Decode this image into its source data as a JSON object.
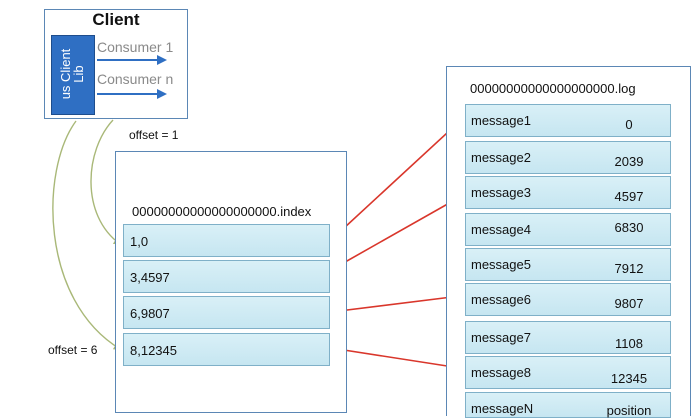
{
  "client": {
    "title": "Client",
    "lib_label": "us Client Lib",
    "consumers": [
      "Consumer 1",
      "Consumer n"
    ]
  },
  "offset_labels": [
    "offset = 1",
    "offset = 6"
  ],
  "index_file": {
    "name": "00000000000000000000.index",
    "entries": [
      "1,0",
      "3,4597",
      "6,9807",
      "8,12345"
    ]
  },
  "log_file": {
    "name": "00000000000000000000.log",
    "messages": [
      {
        "name": "message1",
        "position": "0"
      },
      {
        "name": "message2",
        "position": "2039"
      },
      {
        "name": "message3",
        "position": "4597"
      },
      {
        "name": "message4",
        "position": "6830"
      },
      {
        "name": "message5",
        "position": "7912"
      },
      {
        "name": "message6",
        "position": "9807"
      },
      {
        "name": "message7",
        "position": "1108"
      },
      {
        "name": "message8",
        "position": "12345"
      },
      {
        "name": "messageN",
        "position": "position"
      }
    ]
  },
  "colors": {
    "box_border": "#5b87b5",
    "client_lib": "#2f6fc3",
    "cell_fill": "#d1ecf5",
    "arrow_red": "#d9362b",
    "arrow_blue": "#2f6fc3",
    "curve": "#a9b878"
  }
}
